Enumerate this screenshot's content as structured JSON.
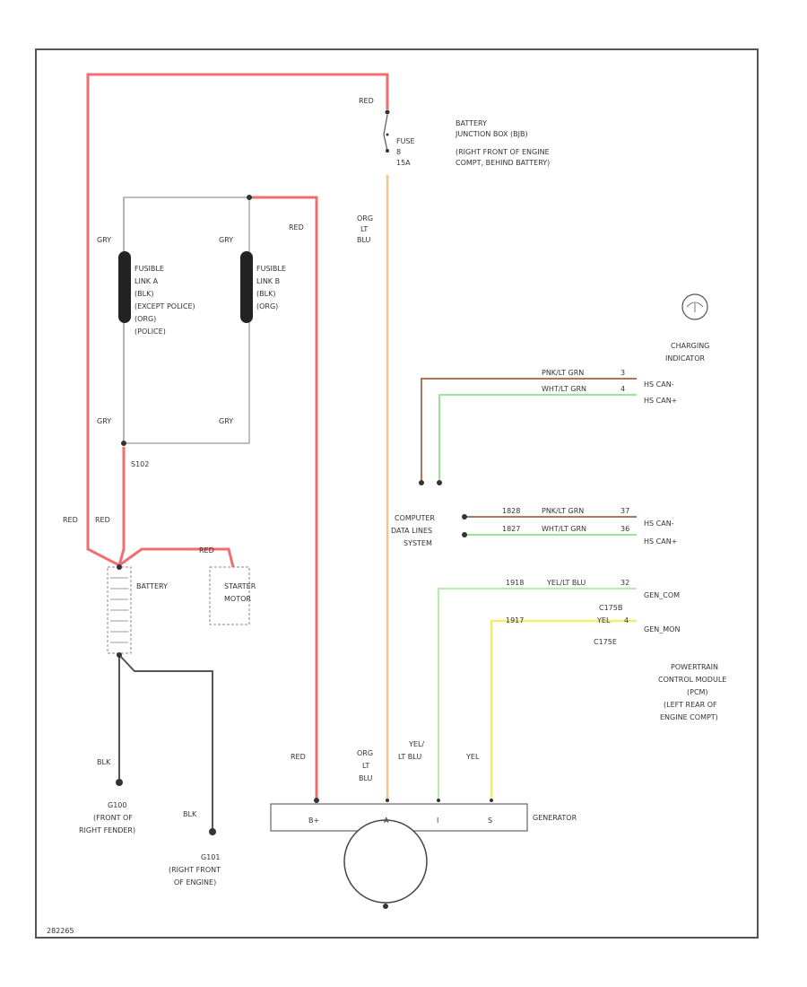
{
  "colors": {
    "red": "#f26d6d",
    "gray": "#9a9a9a",
    "orange": "#f5c48a",
    "green": "#9fe09a",
    "yellow": "#f2ec6b",
    "brown": "#b5735a",
    "black": "#333333"
  },
  "fuse": {
    "wire_top": "RED",
    "name": "FUSE",
    "number": "8",
    "rating": "15A",
    "wire_bottom": "ORG",
    "wire_bottom_2": "LT",
    "wire_bottom_3": "BLU"
  },
  "junction_box": {
    "line1": "BATTERY",
    "line2": "JUNCTION BOX (BJB)",
    "line3": "(RIGHT FRONT OF ENGINE",
    "line4": "COMPT, BEHIND BATTERY)"
  },
  "fusible_link_a": {
    "wire_top": "GRY",
    "wire_bottom": "GRY",
    "line1": "FUSIBLE",
    "line2": "LINK A",
    "line3": "(BLK)",
    "line4": "(EXCEPT POLICE)",
    "line5": "(ORG)",
    "line6": "(POLICE)"
  },
  "fusible_link_b": {
    "wire_top": "GRY",
    "wire_bottom": "GRY",
    "line1": "FUSIBLE",
    "line2": "LINK B",
    "line3": "(BLK)",
    "line4": "(ORG)"
  },
  "splice": {
    "label": "S102"
  },
  "battery": {
    "label": "BATTERY",
    "wire_left_1": "RED",
    "wire_left_2": "RED",
    "wire_starter": "RED",
    "wire_ground": "BLK"
  },
  "b_plus_wire": {
    "upper": "RED",
    "lower": "RED"
  },
  "starter": {
    "line1": "STARTER",
    "line2": "MOTOR"
  },
  "ground_g100": {
    "id": "G100",
    "line1": "(FRONT OF",
    "line2": "RIGHT FENDER)",
    "wire": "BLK"
  },
  "ground_g101": {
    "id": "G101",
    "line1": "(RIGHT FRONT",
    "line2": "OF ENGINE)",
    "wire": "BLK"
  },
  "charging_indicator": {
    "line1": "CHARGING",
    "line2": "INDICATOR"
  },
  "indicator_wires": [
    {
      "color": "PNK/LT GRN",
      "pin": "3",
      "signal": "HS CAN-"
    },
    {
      "color": "WHT/LT GRN",
      "pin": "4",
      "signal": "HS CAN+"
    }
  ],
  "data_lines": {
    "line1": "COMPUTER",
    "line2": "DATA LINES",
    "line3": "SYSTEM",
    "wires": [
      {
        "circuit": "1828",
        "color": "PNK/LT GRN",
        "pin": "37",
        "signal": "HS CAN-"
      },
      {
        "circuit": "1827",
        "color": "WHT/LT GRN",
        "pin": "36",
        "signal": "HS CAN+"
      }
    ]
  },
  "pcm_wires": [
    {
      "circuit": "1918",
      "color": "YEL/LT BLU",
      "pin": "32",
      "signal": "GEN_COM",
      "connector": "C175B"
    },
    {
      "circuit": "1917",
      "color": "YEL",
      "pin": "4",
      "signal": "GEN_MON",
      "connector": "C175E"
    }
  ],
  "pcm": {
    "line1": "POWERTRAIN",
    "line2": "CONTROL MODULE",
    "line3": "(PCM)",
    "line4": "(LEFT REAR OF",
    "line5": "ENGINE COMPT)"
  },
  "generator": {
    "label": "GENERATOR",
    "pins": [
      "B+",
      "A",
      "I",
      "S"
    ],
    "wire_a_1": "ORG",
    "wire_a_2": "LT",
    "wire_a_3": "BLU",
    "wire_i_1": "YEL/",
    "wire_i_2": "LT BLU",
    "wire_s": "YEL"
  },
  "figure_id": "282265"
}
